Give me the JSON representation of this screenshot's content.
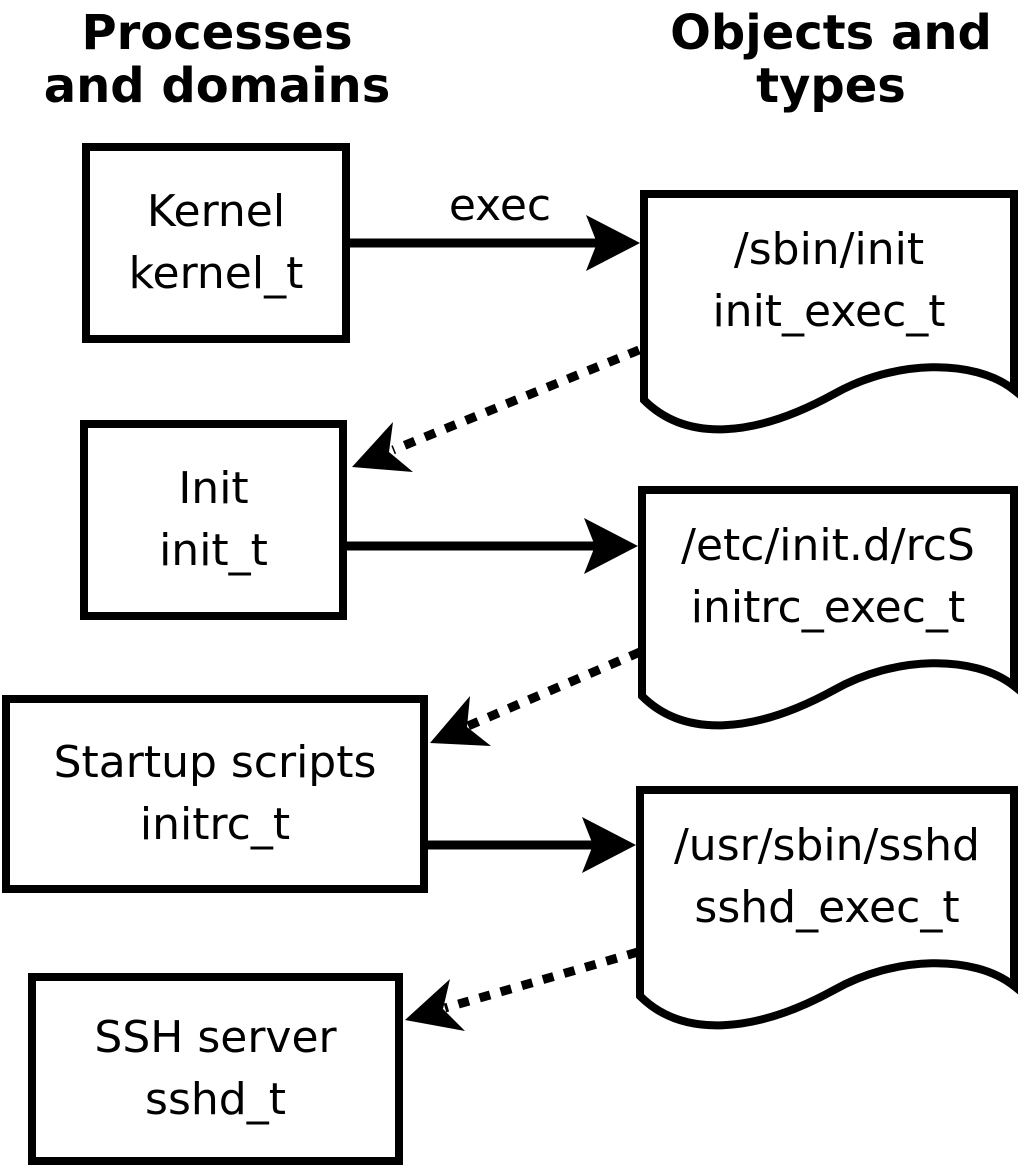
{
  "diagram": {
    "title_left": {
      "line1": "Processes",
      "line2": "and domains"
    },
    "title_right": {
      "line1": "Objects and",
      "line2": "types"
    },
    "processes": [
      {
        "name": "Kernel",
        "domain": "kernel_t"
      },
      {
        "name": "Init",
        "domain": "init_t"
      },
      {
        "name": "Startup scripts",
        "domain": "initrc_t"
      },
      {
        "name": "SSH server",
        "domain": "sshd_t"
      }
    ],
    "objects": [
      {
        "path": "/sbin/init",
        "type": "init_exec_t"
      },
      {
        "path": "/etc/init.d/rcS",
        "type": "initrc_exec_t"
      },
      {
        "path": "/usr/sbin/sshd",
        "type": "sshd_exec_t"
      }
    ],
    "arrow_label": "exec",
    "edges": [
      {
        "from": "kernel_t",
        "to": "init_exec_t",
        "style": "solid",
        "label": "exec"
      },
      {
        "from": "init_exec_t",
        "to": "init_t",
        "style": "dotted",
        "label": ""
      },
      {
        "from": "init_t",
        "to": "initrc_exec_t",
        "style": "solid",
        "label": ""
      },
      {
        "from": "initrc_exec_t",
        "to": "initrc_t",
        "style": "dotted",
        "label": ""
      },
      {
        "from": "initrc_t",
        "to": "sshd_exec_t",
        "style": "solid",
        "label": ""
      },
      {
        "from": "sshd_exec_t",
        "to": "sshd_t",
        "style": "dotted",
        "label": ""
      }
    ],
    "colors": {
      "ink": "#000000",
      "background": "#ffffff"
    }
  }
}
